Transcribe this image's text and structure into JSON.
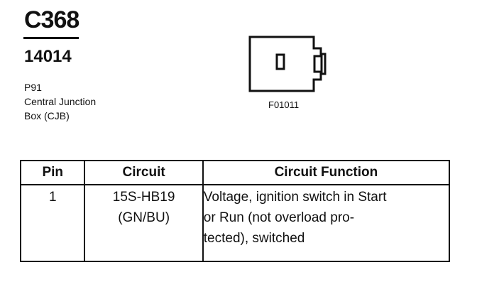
{
  "connector": {
    "id": "C368",
    "part_number": "14014",
    "location_lines": [
      "P91",
      "Central Junction",
      "Box (CJB)"
    ],
    "figure_code": "F01011",
    "icon": "connector-face-icon"
  },
  "table": {
    "headers": [
      "Pin",
      "Circuit",
      "Circuit Function"
    ],
    "rows": [
      {
        "pin": "1",
        "circuit_lines": [
          "15S-HB19",
          "(GN/BU)"
        ],
        "function_lines": [
          "Voltage, ignition switch in Start",
          "or Run (not overload pro-",
          "tected), switched"
        ]
      }
    ]
  }
}
